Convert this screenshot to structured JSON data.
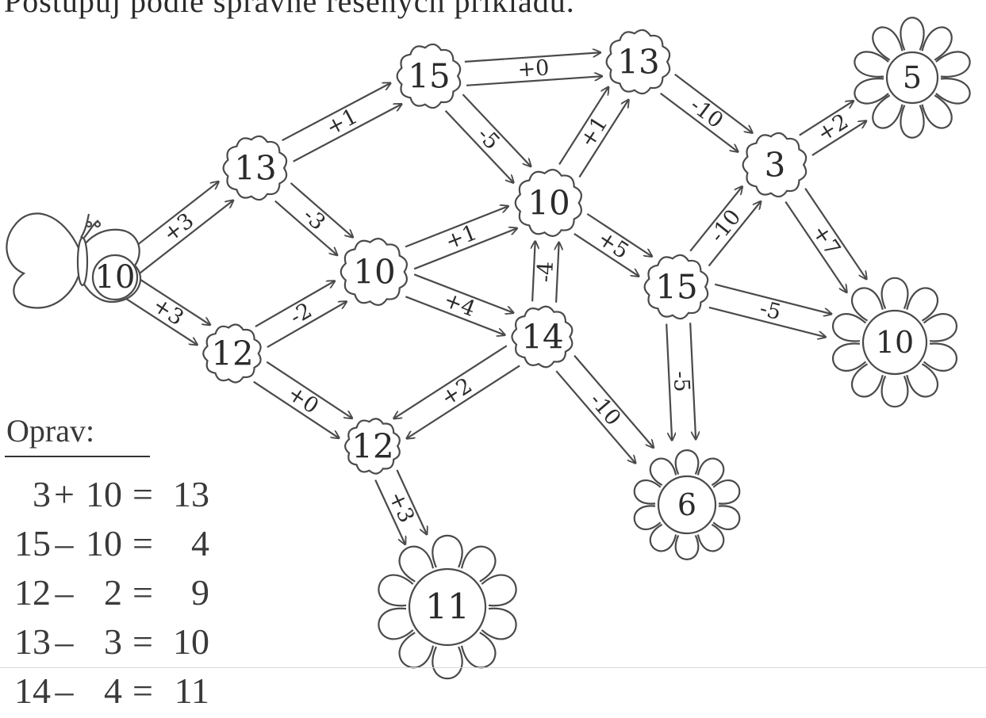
{
  "title": "Postupuj podle správně řešených příkladů.",
  "correction": {
    "label": "Oprav:",
    "equations": [
      {
        "a": "3",
        "op": "+",
        "b": "10",
        "eq": "=",
        "r": "13"
      },
      {
        "a": "15",
        "op": "–",
        "b": "10",
        "eq": "=",
        "r": "4"
      },
      {
        "a": "12",
        "op": "–",
        "b": "2",
        "eq": "=",
        "r": "9"
      },
      {
        "a": "13",
        "op": "–",
        "b": "3",
        "eq": "=",
        "r": "10"
      },
      {
        "a": "14",
        "op": "–",
        "b": "4",
        "eq": "=",
        "r": "11"
      }
    ]
  },
  "start": {
    "value": "10"
  },
  "nodes": [
    {
      "id": "n13a",
      "value": "13"
    },
    {
      "id": "n12a",
      "value": "12"
    },
    {
      "id": "n15a",
      "value": "15"
    },
    {
      "id": "n10a",
      "value": "10"
    },
    {
      "id": "n12b",
      "value": "12"
    },
    {
      "id": "n13b",
      "value": "13"
    },
    {
      "id": "n10b",
      "value": "10"
    },
    {
      "id": "n14",
      "value": "14"
    },
    {
      "id": "n3",
      "value": "3"
    },
    {
      "id": "n15b",
      "value": "15"
    }
  ],
  "flowers": [
    {
      "id": "f5",
      "value": "5"
    },
    {
      "id": "f10",
      "value": "10"
    },
    {
      "id": "f6",
      "value": "6"
    },
    {
      "id": "f11",
      "value": "11"
    }
  ],
  "edges": [
    {
      "from": "start",
      "to": "n13a",
      "label": "+3"
    },
    {
      "from": "start",
      "to": "n12a",
      "label": "+3"
    },
    {
      "from": "n13a",
      "to": "n15a",
      "label": "+1"
    },
    {
      "from": "n13a",
      "to": "n10a",
      "label": "-3"
    },
    {
      "from": "n12a",
      "to": "n10a",
      "label": "-2"
    },
    {
      "from": "n12a",
      "to": "n12b",
      "label": "+0"
    },
    {
      "from": "n15a",
      "to": "n13b",
      "label": "+0"
    },
    {
      "from": "n15a",
      "to": "n10b",
      "label": "-5"
    },
    {
      "from": "n10a",
      "to": "n10b",
      "label": "+1"
    },
    {
      "from": "n10a",
      "to": "n14",
      "label": "+4"
    },
    {
      "from": "n14",
      "to": "n10b",
      "label": "-4"
    },
    {
      "from": "n14",
      "to": "n12b",
      "label": "+2"
    },
    {
      "from": "n10b",
      "to": "n13b",
      "label": "+1"
    },
    {
      "from": "n10b",
      "to": "n15b",
      "label": "+5"
    },
    {
      "from": "n13b",
      "to": "n3",
      "label": "-10"
    },
    {
      "from": "n15b",
      "to": "n3",
      "label": "-10"
    },
    {
      "from": "n3",
      "to": "f5",
      "label": "+2"
    },
    {
      "from": "n3",
      "to": "f10",
      "label": "+7"
    },
    {
      "from": "n15b",
      "to": "f10",
      "label": "-5"
    },
    {
      "from": "n15b",
      "to": "f6",
      "label": "-5"
    },
    {
      "from": "n14",
      "to": "f6",
      "label": "-10"
    },
    {
      "from": "n12b",
      "to": "f11",
      "label": "+3"
    }
  ],
  "colors": {
    "ink": "#4a4a4a",
    "text": "#2b2b2b",
    "background": "#ffffff"
  }
}
